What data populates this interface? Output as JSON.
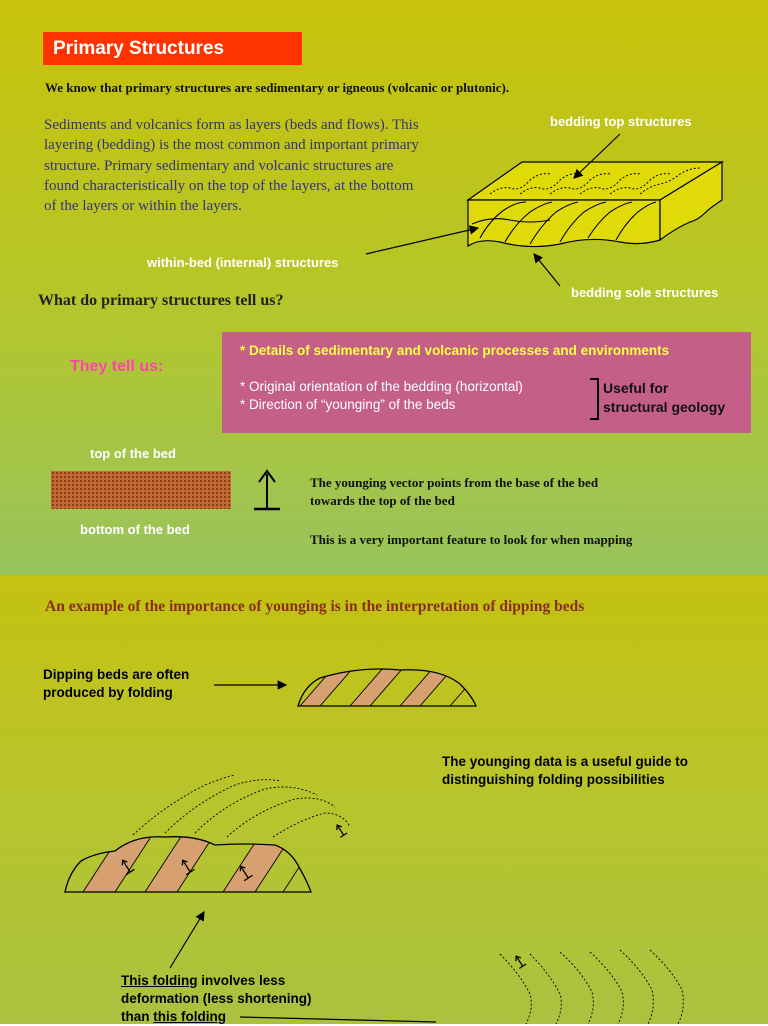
{
  "slide1": {
    "title": "Primary Structures",
    "intro": "We know that primary structures are sedimentary or igneous (volcanic or plutonic).",
    "paragraph": "Sediments and volcanics form as layers (beds and flows). This layering (bedding) is the most common and important primary structure. Primary sedimentary and volcanic structures are found characteristically on the top of the layers, at the bottom of the layers or within the layers.",
    "label_top": "bedding top structures",
    "label_within": "within-bed (internal) structures",
    "label_sole": "bedding sole structures",
    "question": "What do primary structures tell us?",
    "they_tell": "They tell us:",
    "bullets": {
      "b1": "* Details of sedimentary and volcanic processes and environments",
      "b2": "* Original orientation of the bedding (horizontal)",
      "b3": "* Direction of “younging” of the beds"
    },
    "useful_1": "Useful for",
    "useful_2": "structural geology",
    "top_of_bed": "top of the bed",
    "bottom_of_bed": "bottom of the bed",
    "younging_1": "The younging vector points from the base of the bed",
    "younging_2": "towards the top of the bed",
    "mapping": "This is a very important feature to look for when mapping"
  },
  "slide2": {
    "heading": "An example of the importance of younging is in the interpretation of dipping beds",
    "dipping_1": "Dipping beds are often",
    "dipping_2": "produced by folding",
    "guide_1": "The younging data is a useful guide to",
    "guide_2": "distinguishing folding possibilities",
    "folding_link_1": "This folding",
    "folding_rest_1": " involves less",
    "folding_2": "deformation (less shortening)",
    "folding_prefix_3": "than ",
    "folding_link_3": "this folding"
  },
  "colors": {
    "title_bg": "#ff3300",
    "pink_box": "#c46088",
    "bed_fill": "#c26b32",
    "stripe_fill": "#d6a070",
    "block_fill": "#e0da08"
  }
}
